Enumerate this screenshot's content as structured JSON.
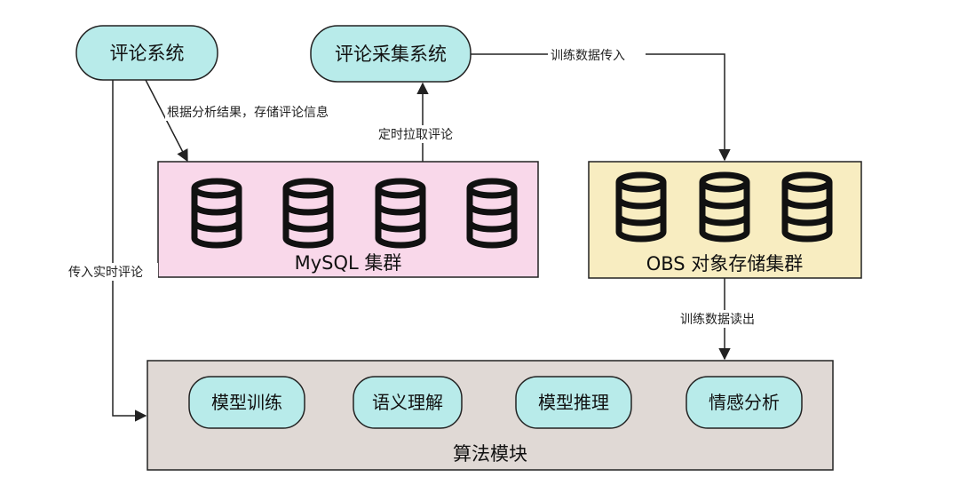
{
  "colors": {
    "pill_fill": "#b8ebea",
    "mysql_fill": "#f9d8ea",
    "obs_fill": "#f8edc1",
    "algo_fill": "#e0d9d5",
    "stroke": "#222222",
    "db_icon": "#111111"
  },
  "nodes": {
    "comment_system": "评论系统",
    "comment_collect_system": "评论采集系统",
    "mysql_cluster": "MySQL 集群",
    "obs_cluster": "OBS 对象存储集群",
    "algo_module": "算法模块",
    "model_training": "模型训练",
    "semantic_understanding": "语义理解",
    "model_inference": "模型推理",
    "sentiment_analysis": "情感分析"
  },
  "icons": {
    "mysql_db_icons": [
      "database-icon",
      "database-icon",
      "database-icon",
      "database-icon"
    ],
    "obs_db_icons": [
      "database-icon",
      "database-icon",
      "database-icon"
    ]
  },
  "edges": {
    "store_comments": "根据分析结果，存储评论信息",
    "fetch_comments": "定时拉取评论",
    "training_data_in": "训练数据传入",
    "realtime_comments": "传入实时评论",
    "training_data_read": "训练数据读出"
  }
}
